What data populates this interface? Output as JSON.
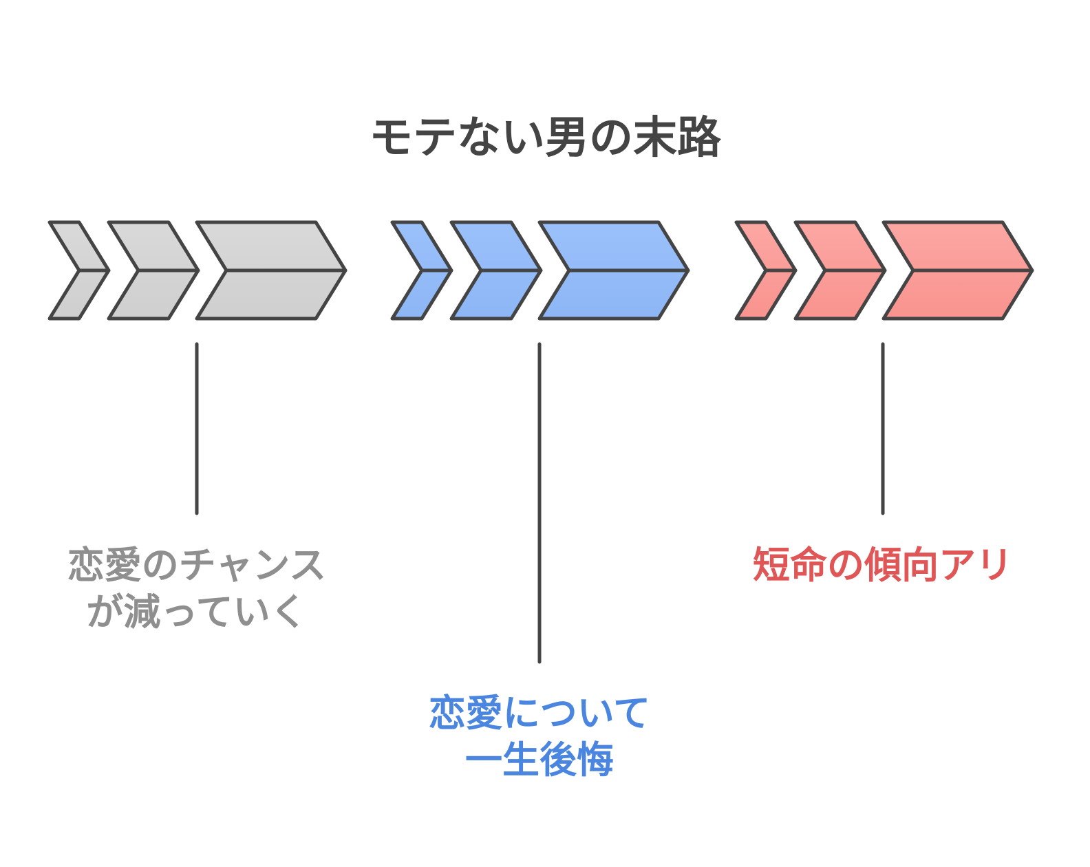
{
  "title": "モテない男の末路",
  "stages": [
    {
      "color_top": "#d9d9d9",
      "color_bottom": "#cfcfcf",
      "label_color": "#8f8f8f",
      "label_lines": [
        "恋愛のチャンス",
        "が減っていく"
      ]
    },
    {
      "color_top": "#9bc1fb",
      "color_bottom": "#8db6f5",
      "label_color": "#4a86e0",
      "label_lines": [
        "恋愛について",
        "一生後悔"
      ]
    },
    {
      "color_top": "#fca7a3",
      "color_bottom": "#f9938f",
      "label_color": "#e05555",
      "label_lines": [
        "短命の傾向アリ"
      ]
    }
  ]
}
